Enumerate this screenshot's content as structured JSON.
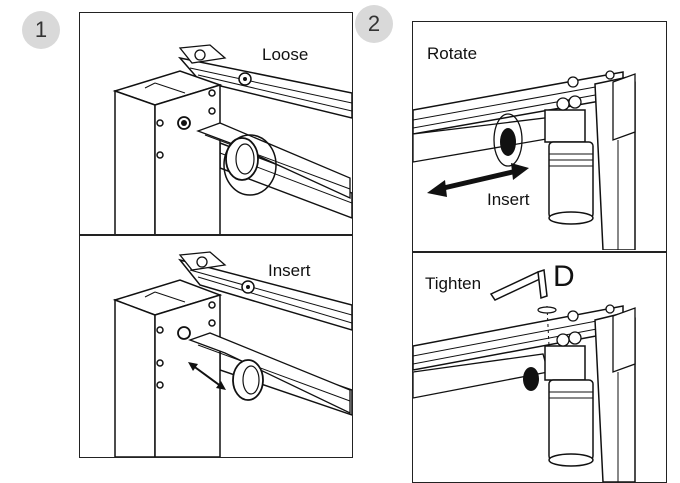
{
  "steps": [
    {
      "number": "1",
      "panels": [
        {
          "label": "Loose"
        },
        {
          "label": "Insert"
        }
      ]
    },
    {
      "number": "2",
      "panels": [
        {
          "label": "Rotate",
          "arrow_label": "Insert"
        },
        {
          "label": "Tighten",
          "part_letter": "D"
        }
      ]
    }
  ]
}
